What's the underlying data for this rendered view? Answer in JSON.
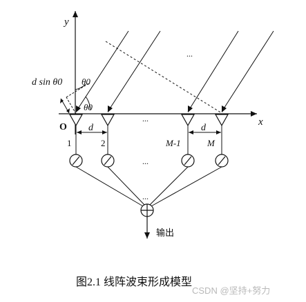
{
  "axes": {
    "x_label": "x",
    "y_label": "y",
    "origin_label": "O"
  },
  "labels": {
    "path_diff": "d sin θ0",
    "theta_top": "θ0",
    "theta_bottom": "θ0",
    "spacing_left": "d",
    "spacing_right": "d",
    "element_1": "1",
    "element_2": "2",
    "element_m_minus_1": "M-1",
    "element_m": "M",
    "ellipsis_top": "...",
    "ellipsis_axis": "...",
    "ellipsis_phase": "...",
    "ellipsis_sum": "...",
    "output": "输出"
  },
  "caption": "图2.1  线阵波束形成模型",
  "watermark": "CSDN @坚持+努力"
}
